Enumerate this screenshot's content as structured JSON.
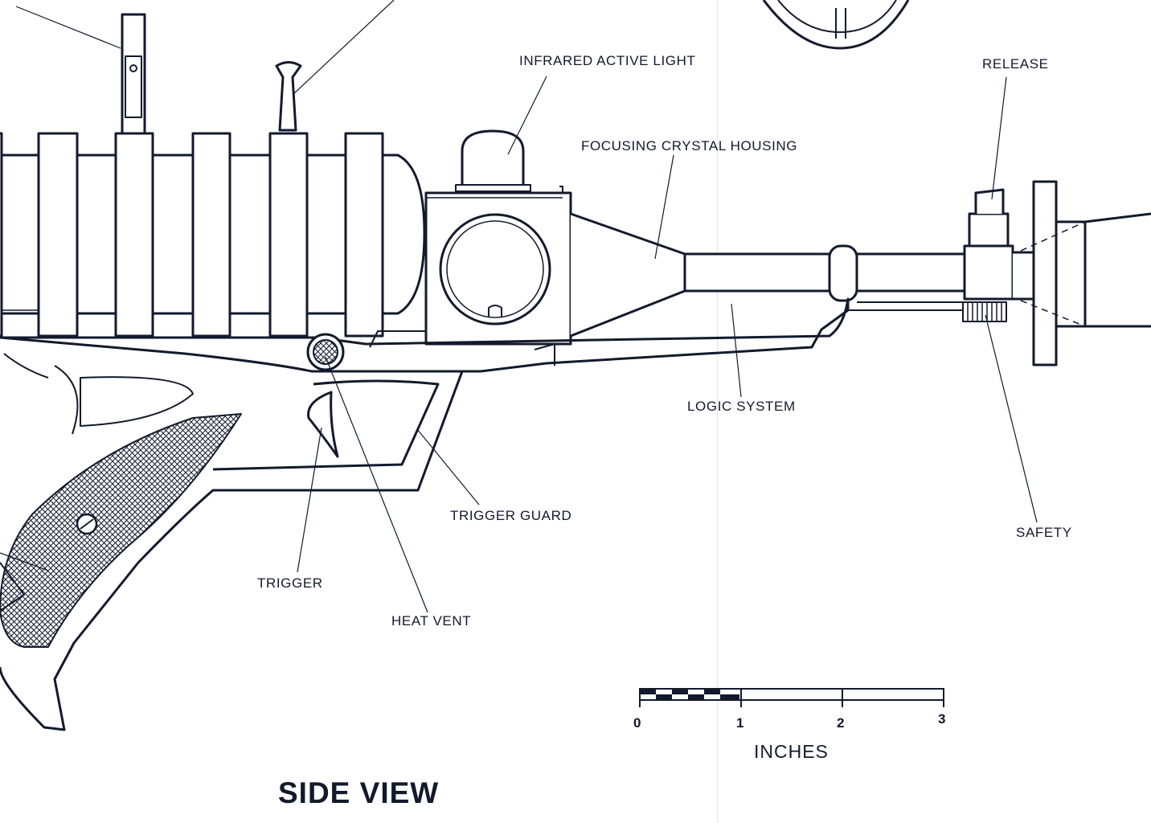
{
  "diagram": {
    "title": "SIDE VIEW",
    "callouts": {
      "infrared_active_light": "INFRARED ACTIVE LIGHT",
      "focusing_crystal_housing": "FOCUSING CRYSTAL HOUSING",
      "release": "RELEASE",
      "logic_system": "LOGIC SYSTEM",
      "trigger_guard": "TRIGGER GUARD",
      "trigger": "TRIGGER",
      "heat_vent": "HEAT VENT",
      "safety": "SAFETY"
    },
    "scale_bar": {
      "units_label": "INCHES",
      "ticks": [
        "0",
        "1",
        "2",
        "3"
      ]
    },
    "colors": {
      "ink": "#121a2c",
      "paper": "#ffffff"
    }
  }
}
